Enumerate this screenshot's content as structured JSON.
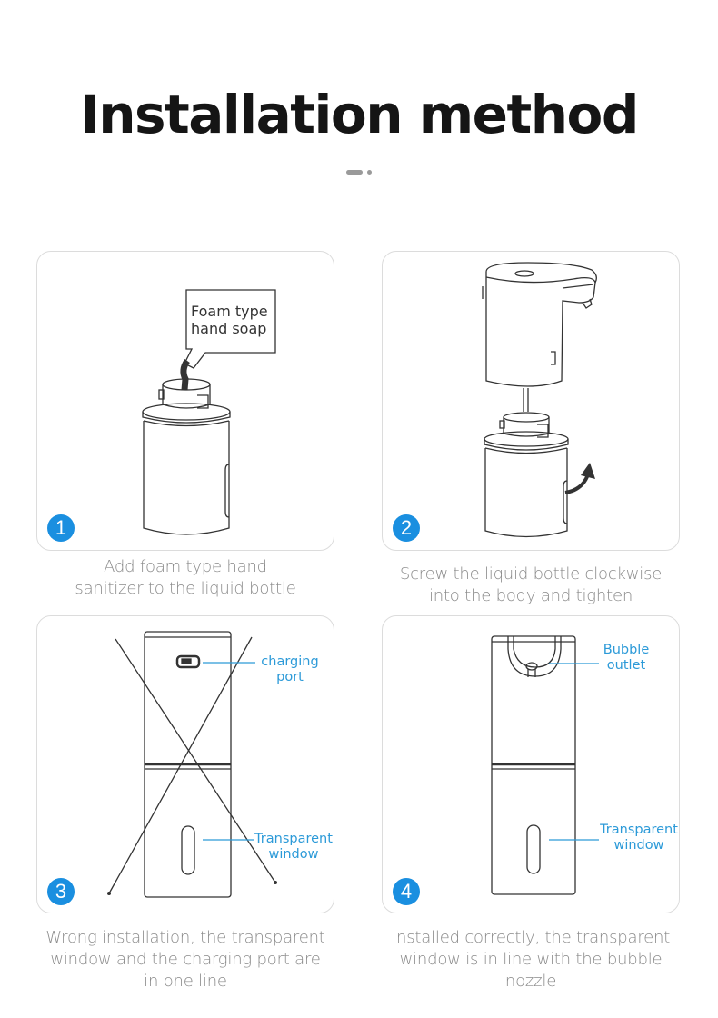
{
  "header": {
    "title": "Installation method"
  },
  "steps": [
    {
      "number": "1",
      "callout": [
        "Foam type",
        "hand soap"
      ],
      "caption": [
        "Add foam type hand",
        "sanitizer to the liquid bottle"
      ]
    },
    {
      "number": "2",
      "caption": [
        "Screw the liquid bottle clockwise",
        "into the body and tighten"
      ]
    },
    {
      "number": "3",
      "labels": {
        "charging_port": [
          "charging",
          "port"
        ],
        "transparent_window": [
          "Transparent",
          "window"
        ]
      },
      "caption": [
        "Wrong installation, the transparent",
        "window and the charging port are",
        "in one line"
      ]
    },
    {
      "number": "4",
      "labels": {
        "bubble_outlet": [
          "Bubble",
          "outlet"
        ],
        "transparent_window": [
          "Transparent",
          "window"
        ]
      },
      "caption": [
        "Installed correctly, the transparent",
        "window is in line with the bubble",
        "nozzle"
      ]
    }
  ],
  "colors": {
    "accent_blue": "#1a8fe0",
    "label_blue": "#2c9ad8",
    "caption_gray": "#8a8a8a",
    "title_black": "#151515"
  }
}
